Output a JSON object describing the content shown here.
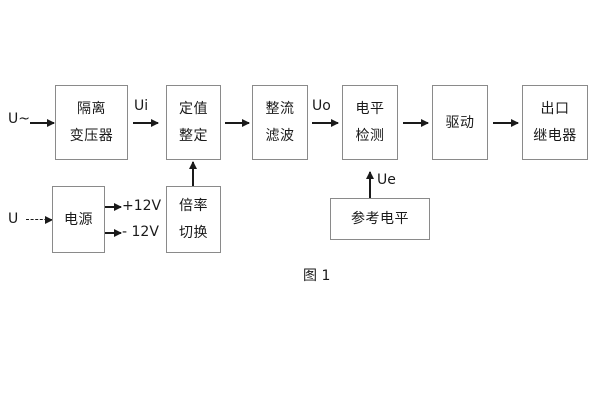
{
  "figure": {
    "caption": "图 1",
    "colors": {
      "background": "#ffffff",
      "box_border": "#8a8a8a",
      "line": "#1a1a1a",
      "text": "#1a1a1a"
    }
  },
  "inputs": {
    "ac_source_label": "U~",
    "dc_source_label": "U"
  },
  "blocks": {
    "isolation_transformer": {
      "line1": "隔离",
      "line2": "变压器"
    },
    "setting_value": {
      "line1": "定值",
      "line2": "整定"
    },
    "rectify_filter": {
      "line1": "整流",
      "line2": "滤波"
    },
    "level_detect": {
      "line1": "电平",
      "line2": "检测"
    },
    "drive": {
      "line1": "驱动"
    },
    "output_relay": {
      "line1": "出口",
      "line2": "继电器"
    },
    "power_supply": {
      "line1": "电源"
    },
    "multiplier_switch": {
      "line1": "倍率",
      "line2": "切换"
    },
    "reference_level": {
      "line1": "参考电平"
    }
  },
  "signals": {
    "ui": "Ui",
    "uo": "Uo",
    "ue": "Ue",
    "plus_12v": "+12V",
    "minus_12v": "- 12V"
  }
}
